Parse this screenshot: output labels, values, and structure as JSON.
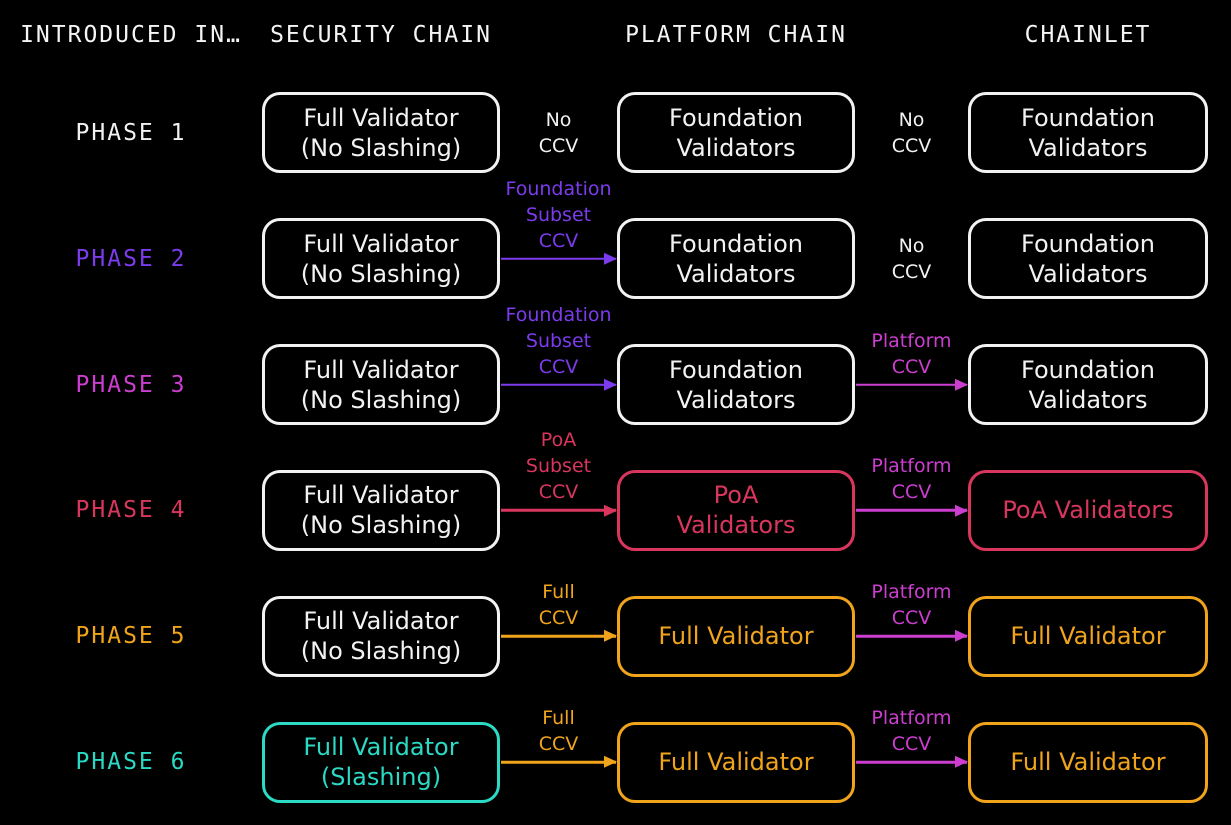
{
  "headers": [
    "INTRODUCED IN…",
    "SECURITY CHAIN",
    "PLATFORM CHAIN",
    "CHAINLET"
  ],
  "palette": {
    "white": "#f2f2f2",
    "purple": "#7c3bed",
    "magenta": "#cc3ecf",
    "crimson": "#d9365e",
    "orange": "#f0a41c",
    "cyan": "#2bd9c4",
    "background": "#000000"
  },
  "rows": [
    {
      "phase": {
        "label": "PHASE 1",
        "color": "white"
      },
      "security_chain": {
        "lines": [
          "Full Validator",
          "(No Slashing)"
        ],
        "color": "white"
      },
      "ccv_to_platform": {
        "lines": [
          "No",
          "CCV"
        ],
        "color": "white",
        "arrow": false
      },
      "platform_chain": {
        "lines": [
          "Foundation",
          "Validators"
        ],
        "color": "white"
      },
      "ccv_to_chainlet": {
        "lines": [
          "No",
          "CCV"
        ],
        "color": "white",
        "arrow": false
      },
      "chainlet": {
        "lines": [
          "Foundation",
          "Validators"
        ],
        "color": "white"
      }
    },
    {
      "phase": {
        "label": "PHASE 2",
        "color": "purple"
      },
      "security_chain": {
        "lines": [
          "Full Validator",
          "(No Slashing)"
        ],
        "color": "white"
      },
      "ccv_to_platform": {
        "lines": [
          "Foundation",
          "Subset",
          "CCV"
        ],
        "color": "purple",
        "arrow": true
      },
      "platform_chain": {
        "lines": [
          "Foundation",
          "Validators"
        ],
        "color": "white"
      },
      "ccv_to_chainlet": {
        "lines": [
          "No",
          "CCV"
        ],
        "color": "white",
        "arrow": false
      },
      "chainlet": {
        "lines": [
          "Foundation",
          "Validators"
        ],
        "color": "white"
      }
    },
    {
      "phase": {
        "label": "PHASE 3",
        "color": "magenta"
      },
      "security_chain": {
        "lines": [
          "Full Validator",
          "(No Slashing)"
        ],
        "color": "white"
      },
      "ccv_to_platform": {
        "lines": [
          "Foundation",
          "Subset",
          "CCV"
        ],
        "color": "purple",
        "arrow": true
      },
      "platform_chain": {
        "lines": [
          "Foundation",
          "Validators"
        ],
        "color": "white"
      },
      "ccv_to_chainlet": {
        "lines": [
          "Platform",
          "CCV"
        ],
        "color": "magenta",
        "arrow": true
      },
      "chainlet": {
        "lines": [
          "Foundation",
          "Validators"
        ],
        "color": "white"
      }
    },
    {
      "phase": {
        "label": "PHASE 4",
        "color": "crimson"
      },
      "security_chain": {
        "lines": [
          "Full Validator",
          "(No Slashing)"
        ],
        "color": "white"
      },
      "ccv_to_platform": {
        "lines": [
          "PoA",
          "Subset",
          "CCV"
        ],
        "color": "crimson",
        "arrow": true
      },
      "platform_chain": {
        "lines": [
          "PoA",
          "Validators"
        ],
        "color": "crimson"
      },
      "ccv_to_chainlet": {
        "lines": [
          "Platform",
          "CCV"
        ],
        "color": "magenta",
        "arrow": true
      },
      "chainlet": {
        "lines": [
          "PoA Validators"
        ],
        "color": "crimson"
      }
    },
    {
      "phase": {
        "label": "PHASE 5",
        "color": "orange"
      },
      "security_chain": {
        "lines": [
          "Full Validator",
          "(No Slashing)"
        ],
        "color": "white"
      },
      "ccv_to_platform": {
        "lines": [
          "Full",
          "CCV"
        ],
        "color": "orange",
        "arrow": true
      },
      "platform_chain": {
        "lines": [
          "Full Validator"
        ],
        "color": "orange"
      },
      "ccv_to_chainlet": {
        "lines": [
          "Platform",
          "CCV"
        ],
        "color": "magenta",
        "arrow": true
      },
      "chainlet": {
        "lines": [
          "Full Validator"
        ],
        "color": "orange"
      }
    },
    {
      "phase": {
        "label": "PHASE 6",
        "color": "cyan"
      },
      "security_chain": {
        "lines": [
          "Full Validator",
          "(Slashing)"
        ],
        "color": "cyan"
      },
      "ccv_to_platform": {
        "lines": [
          "Full",
          "CCV"
        ],
        "color": "orange",
        "arrow": true
      },
      "platform_chain": {
        "lines": [
          "Full Validator"
        ],
        "color": "orange"
      },
      "ccv_to_chainlet": {
        "lines": [
          "Platform",
          "CCV"
        ],
        "color": "magenta",
        "arrow": true
      },
      "chainlet": {
        "lines": [
          "Full Validator"
        ],
        "color": "orange"
      }
    }
  ]
}
